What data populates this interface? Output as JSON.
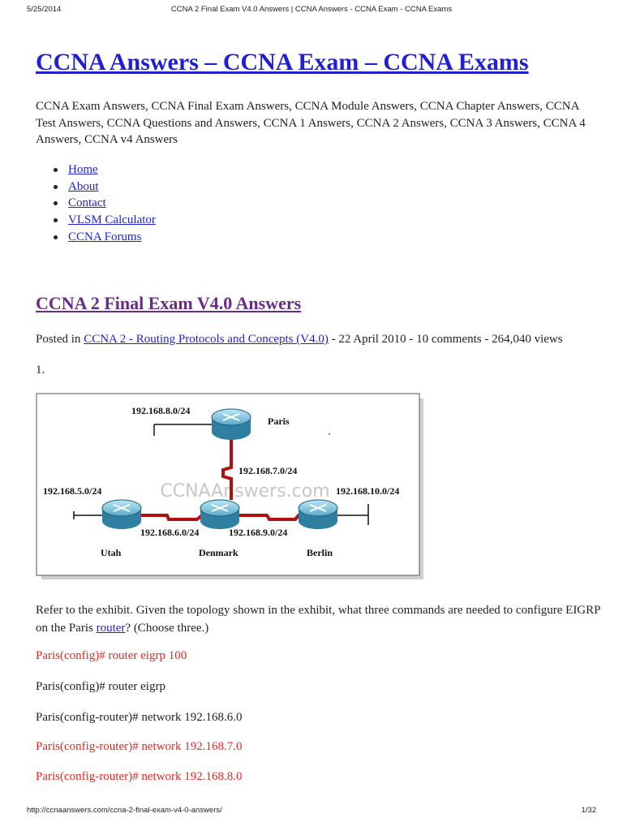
{
  "print_header": {
    "date": "5/25/2014",
    "page_title": "CCNA 2 Final Exam V4.0 Answers | CCNA Answers - CCNA Exam - CCNA Exams"
  },
  "site": {
    "title": "CCNA Answers – CCNA Exam – CCNA Exams",
    "description": "CCNA Exam Answers, CCNA Final Exam Answers, CCNA Module Answers, CCNA Chapter Answers, CCNA Test Answers, CCNA Questions and Answers, CCNA 1 Answers, CCNA 2 Answers, CCNA 3 Answers, CCNA 4 Answers, CCNA v4 Answers"
  },
  "nav": {
    "items": [
      {
        "label": "Home"
      },
      {
        "label": "About"
      },
      {
        "label": "Contact"
      },
      {
        "label": "VLSM Calculator"
      },
      {
        "label": "CCNA Forums"
      }
    ]
  },
  "post": {
    "title": "CCNA 2 Final Exam V4.0 Answers",
    "meta_prefix": "Posted in ",
    "category": "CCNA 2 - Routing Protocols and Concepts (V4.0)",
    "meta_suffix": " - 22 April 2010 - 10 comments - 264,040 views"
  },
  "question": {
    "number": "1.",
    "text_before_link": "Refer to the exhibit. Given the topology shown in the exhibit, what three commands are needed to configure EIGRP on the Paris ",
    "link_text": "router",
    "text_after_link": "? (Choose three.)",
    "options": [
      {
        "text": "Paris(config)# router eigrp 100",
        "correct": true
      },
      {
        "text": "Paris(config)# router eigrp",
        "correct": false
      },
      {
        "text": "Paris(config-router)# network 192.168.6.0",
        "correct": false
      },
      {
        "text": "Paris(config-router)# network 192.168.7.0",
        "correct": true
      },
      {
        "text": "Paris(config-router)# network 192.168.8.0",
        "correct": true
      }
    ]
  },
  "exhibit": {
    "watermark": "CCNAAnswers.com",
    "routers": [
      {
        "name": "Paris"
      },
      {
        "name": "Utah"
      },
      {
        "name": "Denmark"
      },
      {
        "name": "Berlin"
      }
    ],
    "networks": {
      "paris_lan": "192.168.8.0/24",
      "paris_denmark": "192.168.7.0/24",
      "utah_lan": "192.168.5.0/24",
      "berlin_lan": "192.168.10.0/24",
      "utah_denmark": "192.168.6.0/24",
      "denmark_berlin": "192.168.9.0/24"
    },
    "colors": {
      "serial_link": "#b01010",
      "router_body": "#2f7fa0"
    }
  },
  "print_footer": {
    "url": "http://ccnaanswers.com/ccna-2-final-exam-v4-0-answers/",
    "page": "1/32"
  }
}
